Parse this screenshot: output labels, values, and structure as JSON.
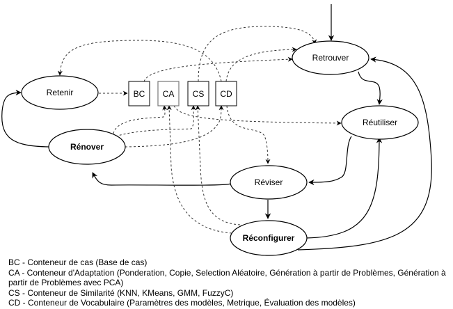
{
  "diagram": {
    "nodes": {
      "retrouver": {
        "label": "Retrouver",
        "bold": false
      },
      "reutiliser": {
        "label": "Réutiliser",
        "bold": false
      },
      "reviser": {
        "label": "Réviser",
        "bold": false
      },
      "reconfigurer": {
        "label": "Réconfigurer",
        "bold": true
      },
      "renover": {
        "label": "Rénover",
        "bold": true
      },
      "retenir": {
        "label": "Retenir",
        "bold": false
      }
    },
    "containers": {
      "bc": {
        "label": "BC"
      },
      "ca": {
        "label": "CA"
      },
      "cs": {
        "label": "CS"
      },
      "cd": {
        "label": "CD"
      }
    },
    "edges": [
      {
        "from": "start",
        "to": "retrouver",
        "style": "solid"
      },
      {
        "from": "retrouver",
        "to": "reutiliser",
        "style": "solid"
      },
      {
        "from": "reutiliser",
        "to": "reviser",
        "style": "solid"
      },
      {
        "from": "reviser",
        "to": "reconfigurer",
        "style": "solid"
      },
      {
        "from": "reviser",
        "to": "renover",
        "style": "solid"
      },
      {
        "from": "reconfigurer",
        "to": "reutiliser",
        "style": "solid"
      },
      {
        "from": "reconfigurer",
        "to": "retrouver",
        "style": "solid"
      },
      {
        "from": "renover",
        "to": "retenir",
        "style": "solid"
      },
      {
        "from": "retenir",
        "to": "bc",
        "style": "dashed"
      },
      {
        "from": "bc",
        "to": "retrouver",
        "style": "dashed"
      },
      {
        "from": "cs",
        "to": "retrouver",
        "style": "dashed"
      },
      {
        "from": "cd",
        "to": "retrouver",
        "style": "dashed"
      },
      {
        "from": "cd",
        "to": "retenir",
        "style": "dashed"
      },
      {
        "from": "ca",
        "to": "reutiliser",
        "style": "dashed"
      },
      {
        "from": "cd",
        "to": "reviser",
        "style": "dashed"
      },
      {
        "from": "renover",
        "to": "ca",
        "style": "dashed"
      },
      {
        "from": "renover",
        "to": "cs",
        "style": "dashed"
      },
      {
        "from": "renover",
        "to": "cd",
        "style": "dashed"
      },
      {
        "from": "reconfigurer",
        "to": "ca",
        "style": "dashed"
      },
      {
        "from": "reconfigurer",
        "to": "cs",
        "style": "dashed"
      }
    ]
  },
  "legend": [
    "BC - Conteneur de cas (Base de cas)",
    "CA - Conteneur d'Adaptation (Ponderation, Copie, Selection Aléatoire, Génération à partir de Problèmes, Génération à partir de Problèmes avec PCA)",
    "CS - Conteneur de Similarité (KNN, KMeans, GMM, FuzzyC)",
    "CD - Conteneur de Vocabulaire (Paramètres des modèles, Metrique, Évaluation des modèles)"
  ]
}
